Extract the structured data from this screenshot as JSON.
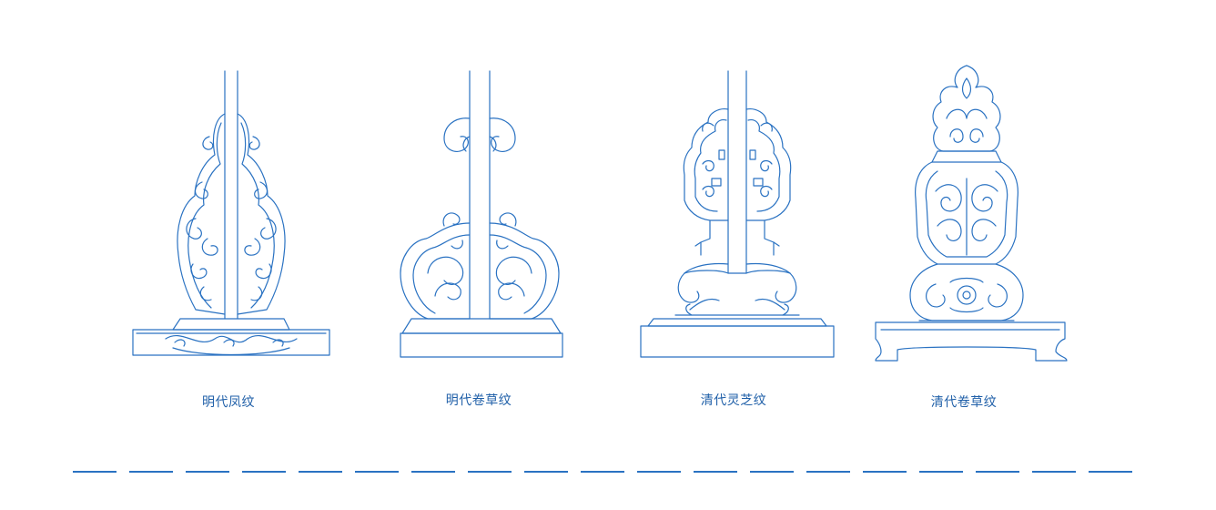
{
  "colors": {
    "line": "#2a72c2",
    "caption": "#1f5fa8",
    "background": "#ffffff"
  },
  "figures": [
    {
      "caption": "明代凤纹",
      "style": "phoenix"
    },
    {
      "caption": "明代卷草纹",
      "style": "scroll-ming"
    },
    {
      "caption": "清代灵芝纹",
      "style": "lingzhi"
    },
    {
      "caption": "清代卷草纹",
      "style": "scroll-qing"
    }
  ],
  "divider": {
    "segments": 19
  }
}
